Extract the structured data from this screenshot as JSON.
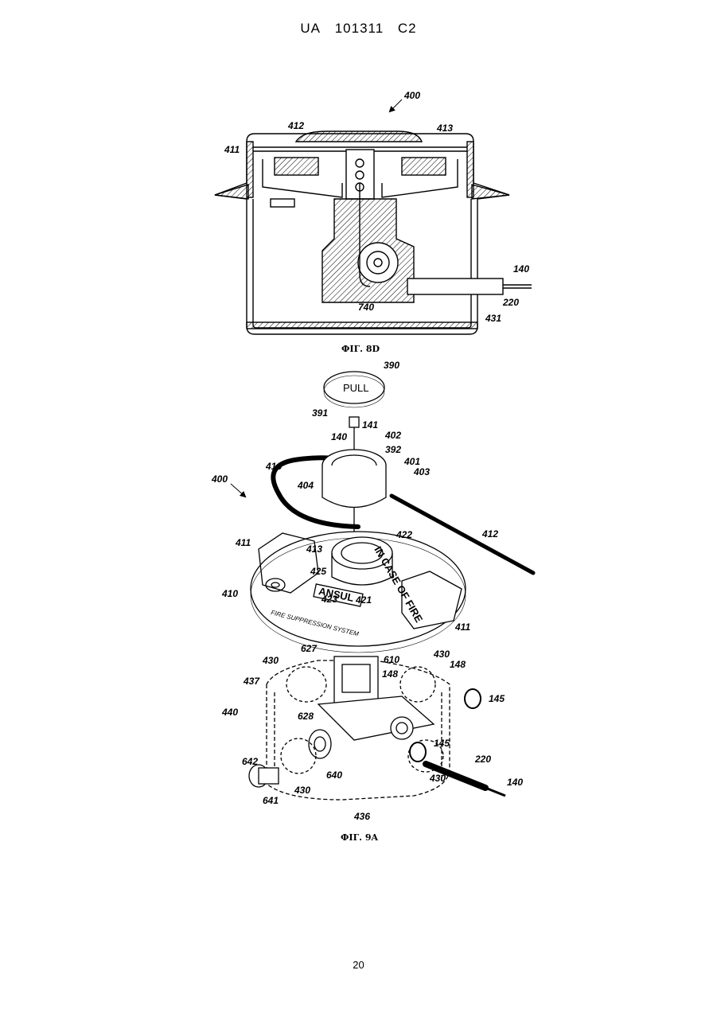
{
  "header": {
    "country": "UA",
    "number": "101311",
    "kind": "C2"
  },
  "figure_8d": {
    "caption": "ФІГ. 8D",
    "labels": {
      "assembly": "400",
      "l411": "411",
      "l412": "412",
      "l413": "413",
      "l140": "140",
      "l220": "220",
      "l740": "740",
      "l431": "431"
    }
  },
  "figure_9a": {
    "caption": "ФІГ. 9A",
    "button_text": "PULL",
    "fire_text": "IN CASE OF FIRE",
    "brand_text": "ANSUL",
    "ring_text": "FIRE SUPPRESSION SYSTEM",
    "labels": {
      "l390": "390",
      "l391": "391",
      "l141": "141",
      "l140a": "140",
      "l402": "402",
      "l392": "392",
      "l401": "401",
      "l403": "403",
      "l416": "416",
      "l400": "400",
      "l404": "404",
      "l412": "412",
      "l422": "422",
      "l411a": "411",
      "l413": "413",
      "l425": "425",
      "l410": "410",
      "l423": "423",
      "l421": "421",
      "l411b": "411",
      "l627": "627",
      "l610": "610",
      "l430a": "430",
      "l430b": "430",
      "l148a": "148",
      "l148b": "148",
      "l437": "437",
      "l145a": "145",
      "l440": "440",
      "l628": "628",
      "l145b": "145",
      "l220": "220",
      "l642": "642",
      "l640": "640",
      "l430c": "430",
      "l430d": "430",
      "l140b": "140",
      "l641": "641",
      "l436": "436"
    }
  },
  "page_number": "20"
}
